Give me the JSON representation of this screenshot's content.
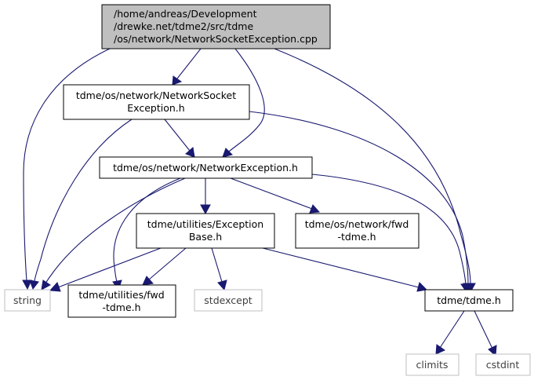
{
  "diagram": {
    "colors": {
      "edge": "#191970",
      "root_fill": "#bfbfbf",
      "node_border": "#000000",
      "external_border": "#bfbfbf",
      "external_text": "#404040",
      "text": "#000000"
    },
    "nodes": {
      "root": {
        "lines": [
          "/home/andreas/Development",
          "/drewke.net/tdme2/src/tdme",
          "/os/network/NetworkSocketException.cpp"
        ]
      },
      "network_socket_exception_h": {
        "lines": [
          "tdme/os/network/NetworkSocket",
          "Exception.h"
        ]
      },
      "network_exception_h": {
        "lines": [
          "tdme/os/network/NetworkException.h"
        ]
      },
      "exception_base_h": {
        "lines": [
          "tdme/utilities/Exception",
          "Base.h"
        ]
      },
      "network_fwd_tdme_h": {
        "lines": [
          "tdme/os/network/fwd",
          "-tdme.h"
        ]
      },
      "string": {
        "lines": [
          "string"
        ]
      },
      "utilities_fwd_tdme_h": {
        "lines": [
          "tdme/utilities/fwd",
          "-tdme.h"
        ]
      },
      "stdexcept": {
        "lines": [
          "stdexcept"
        ]
      },
      "tdme_h": {
        "lines": [
          "tdme/tdme.h"
        ]
      },
      "climits": {
        "lines": [
          "climits"
        ]
      },
      "cstdint": {
        "lines": [
          "cstdint"
        ]
      }
    }
  }
}
